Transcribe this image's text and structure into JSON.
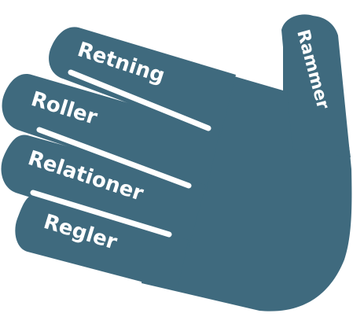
{
  "hand": {
    "fill_color": "#3f6a7e",
    "line_color": "#ffffff",
    "thumb_label": "Rammer",
    "finger_labels": [
      "Retning",
      "Roller",
      "Relationer",
      "Regler"
    ]
  }
}
